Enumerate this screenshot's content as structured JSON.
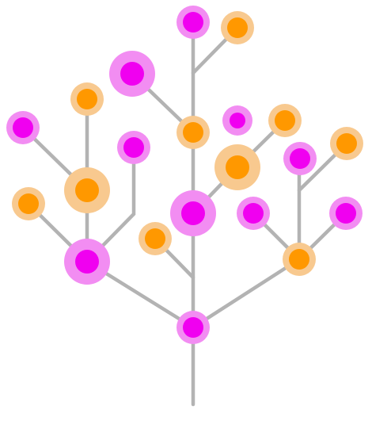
{
  "colors": {
    "background": "#ffffff",
    "branch": "#b3b3b3",
    "magenta_core": "#f000f0",
    "magenta_halo": "#f28df2",
    "orange_core": "#ff9800",
    "orange_halo": "#f8c98f"
  },
  "tree": {
    "nodes": [
      {
        "id": "root",
        "color": "magenta",
        "size": "medium"
      },
      {
        "id": "left-hub",
        "color": "magenta",
        "size": "large"
      },
      {
        "id": "right-hub",
        "color": "orange",
        "size": "medium"
      },
      {
        "id": "center-magenta",
        "color": "magenta",
        "size": "large"
      },
      {
        "id": "center-orange-low",
        "color": "orange",
        "size": "medium"
      },
      {
        "id": "center-orange-mid",
        "color": "orange",
        "size": "large"
      },
      {
        "id": "top-magenta",
        "color": "magenta",
        "size": "medium"
      },
      {
        "id": "top-orange",
        "color": "orange",
        "size": "medium"
      },
      {
        "id": "upper-magenta-big",
        "color": "magenta",
        "size": "large"
      },
      {
        "id": "trunk-orange",
        "color": "orange",
        "size": "medium"
      },
      {
        "id": "small-magenta-right",
        "color": "magenta",
        "size": "small"
      },
      {
        "id": "right-orange-top",
        "color": "orange",
        "size": "medium"
      },
      {
        "id": "left-orange-big",
        "color": "orange",
        "size": "large"
      },
      {
        "id": "left-orange-top",
        "color": "orange",
        "size": "medium"
      },
      {
        "id": "left-magenta-top",
        "color": "magenta",
        "size": "medium"
      },
      {
        "id": "left-magenta-mid",
        "color": "magenta",
        "size": "medium"
      },
      {
        "id": "left-orange-low",
        "color": "orange",
        "size": "medium"
      },
      {
        "id": "right-magenta-mid",
        "color": "magenta",
        "size": "medium"
      },
      {
        "id": "right-magenta-low",
        "color": "magenta",
        "size": "medium"
      },
      {
        "id": "right-orange-far",
        "color": "orange",
        "size": "medium"
      },
      {
        "id": "right-magenta-far",
        "color": "magenta",
        "size": "medium"
      }
    ]
  }
}
